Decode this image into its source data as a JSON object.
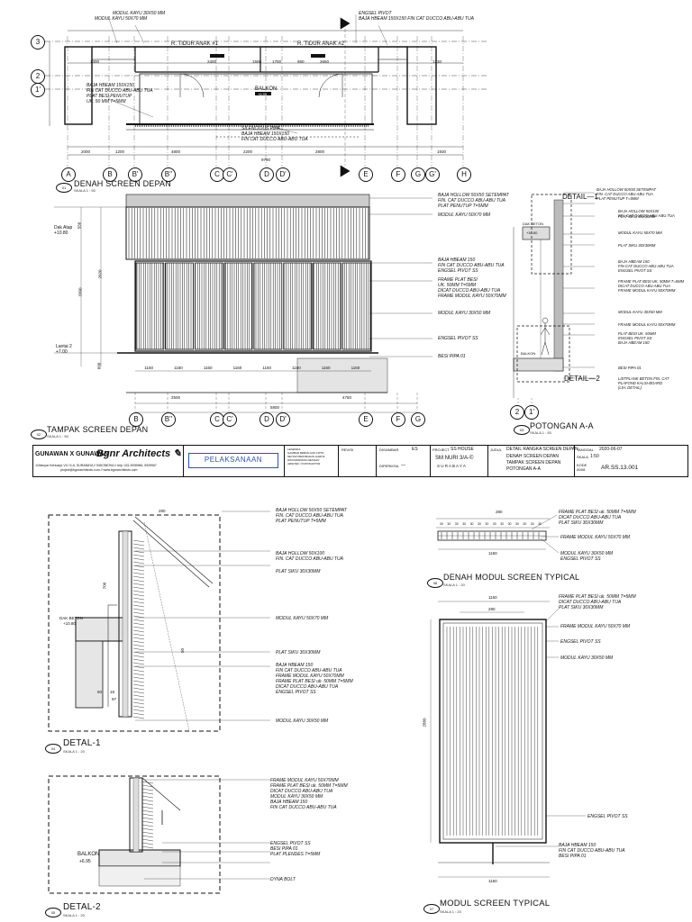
{
  "plan": {
    "title": "DENAH SCREEN DEPAN",
    "scale": "SKALA  1 : 50",
    "view_no": "01",
    "rooms": [
      "R. TIDUR ANAK #1",
      "R. TIDUR ANAK #2"
    ],
    "room_level": "+7.45",
    "balcony": "BALKON",
    "balcony_level": "+6.95",
    "rows": [
      "3",
      "2",
      "1'"
    ],
    "columns": [
      "A",
      "B",
      "B'",
      "B''",
      "C",
      "C'",
      "D",
      "D'",
      "E",
      "F",
      "G",
      "G'",
      "H"
    ],
    "top_dims": [
      "1300",
      "2400",
      "1500",
      "1700",
      "950",
      "2650",
      "1230"
    ],
    "bottom_dims": [
      "2000",
      "1200",
      "4800",
      "2200",
      "2800",
      "1930"
    ],
    "total_dim": "9790",
    "notes_top": [
      "MODUL KAYU 30X50 MM",
      "MODUL KAYU 50X70 MM"
    ],
    "notes_top_right": [
      "ENGSEL PIVOT",
      "BAJA HBEAM 150X150 FIN CAT DUCCO ABU-ABU TUA"
    ],
    "notes_left": [
      "BAJA HBEAM 150X150",
      "FIN CAT DUCCO ABU-ABU TUA",
      "PLAT BESI PENUTUP",
      "UK. 50 MM T=5MM"
    ],
    "notes_bottom": [
      "SILENCIOUS PIPA",
      "BAJA HBEAM 150X150",
      "FIN CAT DUCCO ABU-ABU TUA"
    ]
  },
  "elevation": {
    "title": "TAMPAK SCREEN DEPAN",
    "scale": "SKALA  1 : 50",
    "view_no": "02",
    "level_top_label": "Dak Atap",
    "level_top": "+10.80",
    "level_bot_label": "Lantai 2",
    "level_bot": "+7.00",
    "vert_dims": [
      "550",
      "2020",
      "3300",
      "600"
    ],
    "columns": [
      "B",
      "B''",
      "C",
      "C'",
      "D",
      "D'",
      "E",
      "F",
      "G"
    ],
    "bottom_dims": [
      "2500",
      "5800",
      "4750"
    ],
    "module_dims": [
      "1160",
      "1160",
      "1160",
      "1160",
      "1160",
      "1160",
      "1160",
      "1160"
    ],
    "notes": [
      [
        "BAJA HOLLOW 50X50 SETEMPAT",
        "FIN. CAT DUCCO ABU-ABU TUA",
        "PLAT PENUTUP T=5MM"
      ],
      [
        "MODUL KAYU 50X70 MM"
      ],
      [
        "BAJA HBEAM 150",
        "FIN CAT DUCCO ABU-ABU TUA",
        "ENGSEL PIVOT SS"
      ],
      [
        "FRAME PLAT BESI",
        "UK. 50MM T=5MM",
        "DICAT DUCCO ABU-ABU TUA",
        "FRAME MODUL KAYU 50X70MM"
      ],
      [
        "MODUL KAYU 30X50 MM"
      ],
      [
        "ENGSEL PIVOT SS"
      ],
      [
        "BESI PIPA 01"
      ]
    ]
  },
  "section": {
    "title": "POTONGAN A-A",
    "scale": "SKALA  1 : 50",
    "view_no": "03",
    "detail1": "DETAIL—1",
    "detail2": "DETAIL—2",
    "dak_label": "DAK BETON",
    "dak_level": "+10.80",
    "balkon_label": "BALKON",
    "grid": [
      "2",
      "1'"
    ],
    "notes": [
      [
        "BAJA HOLLOW 50X50 SETEMPAT",
        "FIN. CAT DUCCO ABU-ABU TUA",
        "PLAT PENUTUP T=5MM"
      ],
      [
        "BAJA HOLLOW 50X100",
        "FIN. CAT DUCCO ABU-ABU TUA"
      ],
      [
        "PLAT SIKU 30X30MM"
      ],
      [
        "MODUL KAYU 50X70 MM"
      ],
      [
        "PLAT SIKU 30X30MM"
      ],
      [
        "BAJA HBEAM 150",
        "FIN CAT DUCCO ABU-ABU TUA",
        "ENGSEL PIVOT SS"
      ],
      [
        "FRAME PLAT BESI UK. 50MM T=5MM",
        "DICAT DUCCO ABU-ABU TUA",
        "FRAME MODUL KAYU 50X70MM"
      ],
      [
        "MODUL KAYU 30X50 MM"
      ],
      [
        "FRAME MODUL KAYU 50X70MM"
      ],
      [
        "PLAT BESI UK. 50MM",
        "ENGSEL PIVOT SS",
        "BAJA HBEAM 150"
      ],
      [
        "BESI PIPA 01"
      ],
      [
        "LISTPLANK BETON FIN. CAT",
        "PLAFOND KALSI-BOARD",
        "(LIH. DETAIL)"
      ]
    ]
  },
  "title_block": {
    "firm": "GUNAWAN X GUNAWAN",
    "brand": "Bgnr Architects",
    "address": "Jl.Manyar Kertoarjo VII / 6-A, SURABAYA  //  INDONESIA  //  telp: 031-5939966, 5939967",
    "web": "project@bgnrarchitects.com  //  www.bgnrarchitects.com",
    "stage": "PELAKSANAAN",
    "legend": [
      "LEGENDA:",
      "GAMBAR BEBAS HAK CIPTA",
      "SETIAP PERUBAHAN HARUS",
      "DIKONFIRMASI DENGAN",
      "ARSITEK / KONTRAKTOR"
    ],
    "revisi": "REVISI",
    "drawn_label": "DIGAMBAR",
    "drawn_by": "ES",
    "checked_label": "DIPERIKSA",
    "checked_by": "—",
    "project_label": "PROJECT",
    "project": "SS HOUSE",
    "address_project": "SM NURI 3/A-©",
    "city": "S U R A B A Y A",
    "judul_label": "JUDUL",
    "judul": "DETAIL RANGKA SCREEN DEPAN",
    "items": [
      "DENAH SCREEN DEPAN",
      "TAMPAK SCREEN DEPAN",
      "POTONGAN A-A"
    ],
    "tanggal_label": "TANGGAL",
    "tanggal": "2020-06-07",
    "skala_label": "SKALA",
    "skala": "1:50",
    "kode_label": "KODE",
    "kode": "A008",
    "sheet": "AR.SS.13.001"
  },
  "detail1": {
    "title": "DETAL-1",
    "scale": "SKALA  1 : 20",
    "view_no": "04",
    "dak_label": "DAK BETON",
    "dak_level": "+10.80",
    "dims": [
      "280",
      "700",
      "50",
      "18",
      "50",
      "97"
    ],
    "notes": [
      [
        "BAJA HOLLOW 50X50 SETEMPAT",
        "FIN. CAT DUCCO ABU-ABU TUA",
        "PLAT PENUTUP T=5MM"
      ],
      [
        "BAJA HOLLOW 50X100",
        "FIN. CAT DUCCO ABU-ABU TUA"
      ],
      [
        "PLAT SIKU 30X30MM"
      ],
      [
        "MODUL KAYU 50X70 MM"
      ],
      [
        "PLAT SIKU 30X30MM"
      ],
      [
        "BAJA HBEAM 150",
        "FIN CAT DUCCO ABU-ABU TUA",
        "FRAME MODUL KAYU 50X70MM",
        "FRAME PLAT BESI uk. 50MM T=5MM",
        "DICAT DUCCO ABU-ABU TUA",
        "ENGSEL PIVOT SS"
      ],
      [
        "MODUL KAYU 30X50 MM"
      ]
    ]
  },
  "detail2": {
    "title": "DETAL-2",
    "scale": "SKALA  1 : 20",
    "view_no": "05",
    "balkon_label": "BALKON",
    "balkon_level": "+6.95",
    "notes": [
      [
        "FRAME MODUL KAYU 50X70MM",
        "FRAME PLAT BESI uk. 50MM T=5MM",
        "DICAT DUCCO ABU-ABU TUA",
        "MODUL KAYU 30X50 MM",
        "BAJA HBEAM 150",
        "FIN CAT DUCCO ABU-ABU TUA"
      ],
      [
        "ENGSEL PIVOT SS",
        "BESI PIPA 01",
        "PLAT PLENDES T=5MM"
      ],
      [
        "DYNA BOLT"
      ]
    ]
  },
  "modul_plan": {
    "title": "DENAH MODUL SCREEN TYPICAL",
    "scale": "SKALA  1 : 20",
    "view_no": "06",
    "dim_top": "280",
    "small_dims": [
      "30",
      "30",
      "30",
      "30",
      "30",
      "30",
      "30",
      "30",
      "30",
      "30",
      "30",
      "30",
      "30",
      "30"
    ],
    "dim_bottom": "1160",
    "notes": [
      [
        "FRAME PLAT BESI uk. 50MM T=5MM",
        "DICAT DUCCO ABU-ABU TUA",
        "PLAT SIKU 30X30MM"
      ],
      [
        "FRAME MODUL KAYU 50X70 MM"
      ],
      [
        "MODUL KAYU 30X50 MM",
        "ENGSEL PIVOT SS"
      ]
    ]
  },
  "modul_typ": {
    "title": "MODUL SCREEN TYPICAL",
    "scale": "SKALA  1 : 20",
    "view_no": "07",
    "dim_top": "1160",
    "dim_top2": "280",
    "dim_left": "2880",
    "dim_bottom": "1160",
    "notes": [
      [
        "FRAME PLAT BESI uk. 50MM T=5MM",
        "DICAT DUCCO ABU-ABU TUA",
        "PLAT SIKU 30X30MM"
      ],
      [
        "FRAME MODUL KAYU 50X70 MM"
      ],
      [
        "ENGSEL PIVOT SS"
      ],
      [
        "MODUL KAYU 30X50 MM"
      ],
      [
        "ENGSEL PIVOT SS"
      ],
      [
        "BAJA HBEAM 150",
        "FIN CAT DUCCO ABU-ABU TUA",
        "BESI PIPA 01"
      ]
    ]
  }
}
